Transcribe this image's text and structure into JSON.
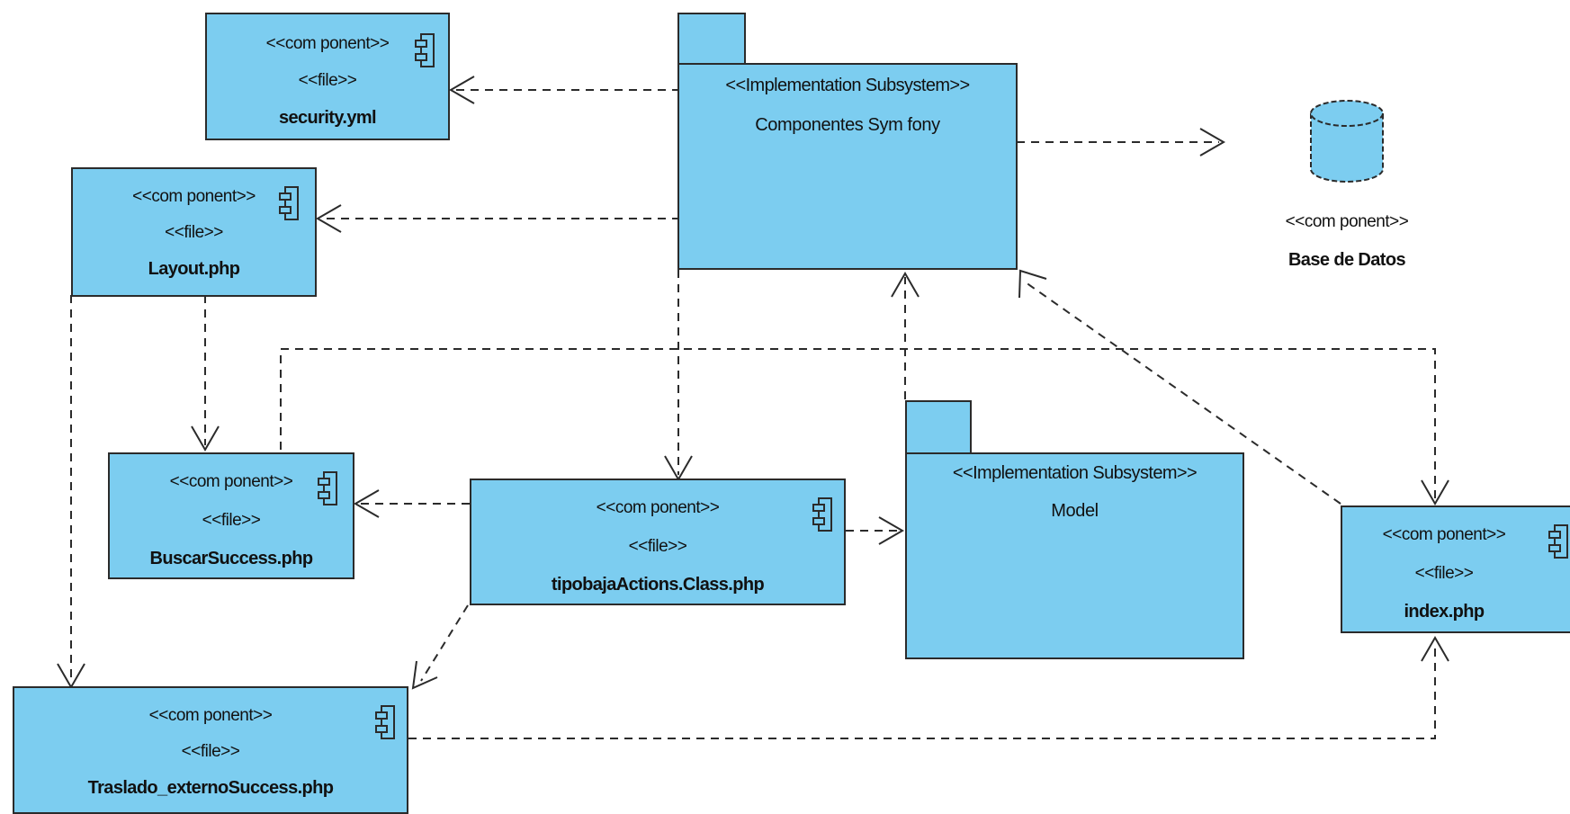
{
  "components": {
    "security": {
      "stereotype": "<<com ponent>>",
      "file": "<<file>>",
      "name": "security.yml"
    },
    "layout": {
      "stereotype": "<<com ponent>>",
      "file": "<<file>>",
      "name": "Layout.php"
    },
    "buscar": {
      "stereotype": "<<com ponent>>",
      "file": "<<file>>",
      "name": "BuscarSuccess.php"
    },
    "tipobaja": {
      "stereotype": "<<com ponent>>",
      "file": "<<file>>",
      "name": "tipobajaActions.Class.php"
    },
    "traslado": {
      "stereotype": "<<com ponent>>",
      "file": "<<file>>",
      "name": "Traslado_externoSuccess.php"
    },
    "index": {
      "stereotype": "<<com ponent>>",
      "file": "<<file>>",
      "name": "index.php"
    }
  },
  "subsystems": {
    "symfony": {
      "stereotype": "<<Implementation Subsystem>>",
      "name": "Componentes Sym fony"
    },
    "model": {
      "stereotype": "<<Implementation Subsystem>>",
      "name": "Model"
    }
  },
  "database": {
    "stereotype": "<<com ponent>>",
    "name": "Base de Datos"
  },
  "colors": {
    "fill": "#7ccdf0",
    "stroke": "#2b2b2b",
    "background": "#ffffff"
  },
  "icons": {
    "component": "component-icon",
    "database": "database-icon"
  }
}
